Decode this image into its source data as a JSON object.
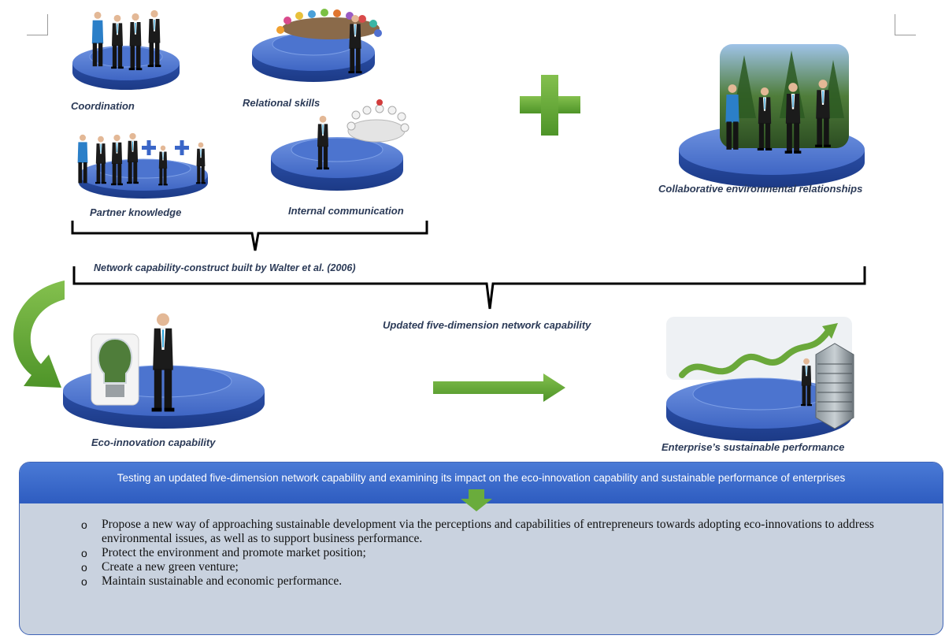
{
  "labels": {
    "coordination": "Coordination",
    "relational_skills": "Relational skills",
    "partner_knowledge": "Partner knowledge",
    "internal_communication": "Internal communication",
    "collaborative": "Collaborative environmental relationships",
    "network_construct": "Network capability-construct built by Walter et al. (2006)",
    "updated_five_dimension": "Updated five-dimension network capability",
    "eco_innovation": "Eco-innovation capability",
    "sustainable_performance": "Enterprise’s sustainable performance"
  },
  "panel": {
    "title": "Testing  an updated five-dimension network capability  and examining its impact on the eco-innovation capability and sustainable  performance of enterprises",
    "bullets": [
      "Propose a new way of approaching sustainable development via the perceptions and capabilities of entrepreneurs towards adopting eco-innovations to address environmental issues,  as well as to support business performance.",
      "Protect the environment and promote market position;",
      " Create a new green venture;",
      " Maintain sustainable and economic performance."
    ]
  },
  "colors": {
    "platform_blue": "#3158b8",
    "platform_top": "#5c83d8",
    "arrow_green": "#6aac3c",
    "panel_header": "#3a6bd0",
    "panel_body": "#c9d2df",
    "caption_text": "#2b3a57"
  },
  "icons": {
    "plus": "plus-icon",
    "curved_arrow": "curved-arrow-icon",
    "right_arrow": "right-arrow-icon",
    "down_arrow": "down-arrow-icon",
    "bulb": "lightbulb-icon",
    "building": "building-icon"
  }
}
